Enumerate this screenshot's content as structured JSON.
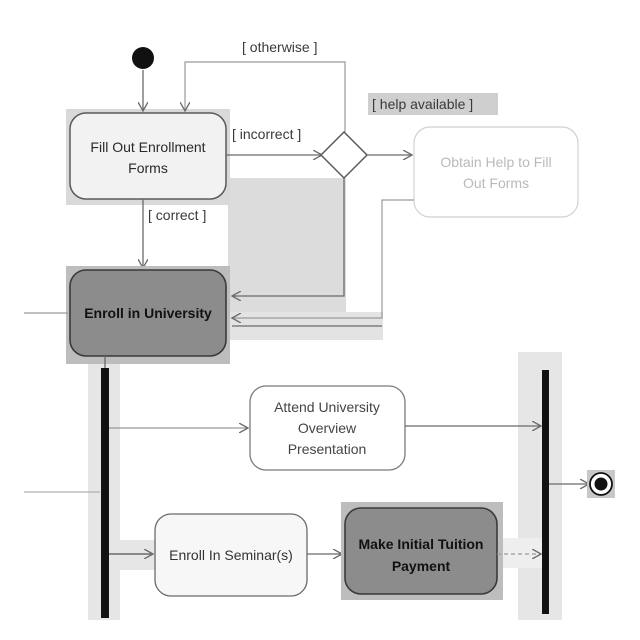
{
  "diagram": {
    "nodes": {
      "fill_out_forms": {
        "line1": "Fill Out Enrollment",
        "line2": "Forms"
      },
      "obtain_help": {
        "line1": "Obtain Help to Fill",
        "line2": "Out Forms"
      },
      "enroll_university": {
        "line1": "Enroll in University"
      },
      "attend_presentation": {
        "line1": "Attend University",
        "line2": "Overview",
        "line3": "Presentation"
      },
      "enroll_seminar": {
        "line1": "Enroll In Seminar(s)"
      },
      "make_payment": {
        "line1": "Make Initial Tuition",
        "line2": "Payment"
      }
    },
    "guards": {
      "otherwise": "[ otherwise ]",
      "help_available": "[ help available ]",
      "incorrect": "[ incorrect ]",
      "correct": "[ correct ]"
    },
    "colors": {
      "activity_fill": "#f2f2f2",
      "activity_stroke": "#5a5a5a",
      "highlight_fill": "#8c8c8c",
      "highlight_box": "#cfcfcf",
      "shadow": "#dcdcdc",
      "bar": "#111111",
      "line": "#6a6a6a"
    }
  }
}
